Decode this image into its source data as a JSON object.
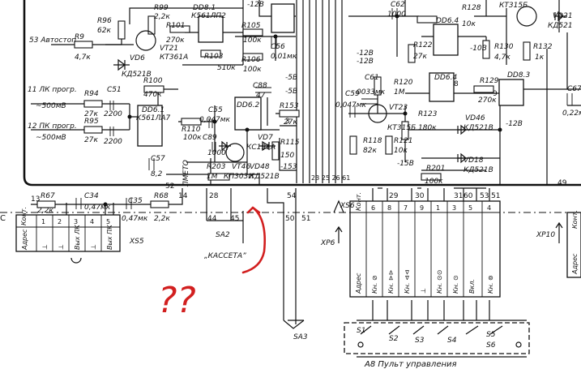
{
  "labels": {
    "avtostop": "53 Автостоп",
    "r9": "R9",
    "r9v": "4,7к",
    "lk_prog": "11 ЛК прогр.",
    "lk_prog_sub": "~500мВ",
    "pk_prog": "12 ПК прогр.",
    "pk_prog_sub": "~500мВ",
    "r94": "R94",
    "r94v": "27к",
    "r95": "R95",
    "r95v": "27к",
    "c51": "C51",
    "c51v": "2200",
    "c52v": "2200",
    "r96": "R96",
    "r96v": "62к",
    "r99": "R99",
    "r99v": "2,2к",
    "vt21": "VT21",
    "vt21t": "КТ361А",
    "vd6": "VD6",
    "vd6t": "КД521В",
    "dd81": "DD8.1",
    "dd81t": "К561ЛП2",
    "r101": "R101",
    "r101v": "270к",
    "r103": "R103",
    "r103v": "510к",
    "r105": "R105",
    "r105v": "100к",
    "r106": "R106",
    "r106v": "100к",
    "c56": "C56",
    "c56v": "0,01мк",
    "r100": "R100",
    "r100v": "470к",
    "dd61": "DD6.1",
    "dd61t": "К561ЛА7",
    "c57": "C57",
    "c57v": "8,2",
    "r110": "R110",
    "r110v": "100к",
    "c55": "C55",
    "c55v": "0,047мк",
    "c89": "C89",
    "c89v": "1000",
    "dd62": "DD6.2",
    "c88": "C88",
    "c88v": "47",
    "vd7": "VD7",
    "vd7t": "КС191А",
    "r203": "R203",
    "r203v": "1М",
    "vt46": "VT46",
    "vt46t": "КП303И",
    "vd48": "VD48",
    "vd48t": "КД521В",
    "metro": "ЛМЕТО",
    "m12": "-12В",
    "m5a": "-5В",
    "m5b": "-5В",
    "r153": "R153",
    "r153v": "27к",
    "r115": "R115",
    "r115v": "150",
    "m153": "-153",
    "c62": "C62",
    "c62v": "1000",
    "r122": "R122",
    "r122v": "27к",
    "dd64a": "DD6.4",
    "r128": "R128",
    "r128v": "10к",
    "m10": "-10В",
    "r130": "R130",
    "r130v": "4,7к",
    "r132": "R132",
    "r132v": "1к",
    "kt315b": "КТ315Б",
    "vd21": "VD21",
    "vd21t": "КД521",
    "m12b": "-12В",
    "m12c": "-12В",
    "c61": "C61",
    "c61v": "0033мк",
    "r120": "R120",
    "r120v": "1М",
    "c59": "C59",
    "c59v": "0,047мк",
    "vt23": "VT23",
    "vt23t": "КТ315Б",
    "r123": "R123",
    "r123v": "180к",
    "r118": "R118",
    "r118v": "82к",
    "r121": "R121",
    "r121v": "10к",
    "m15": "-15В",
    "dd64": "DD6.4",
    "r129": "R129",
    "r129v": "270к",
    "dd83": "DD8.3",
    "vd46": "VD46",
    "vd46t": "КД521В",
    "m12d": "-12В",
    "r201": "R201",
    "r201v": "100к",
    "vd18": "VD18",
    "vd18t": "КД521В",
    "c67": "C67",
    "c67v": "0,22м",
    "r67": "R67",
    "r67v": "2,2к",
    "c34": "C34",
    "c34v": "0,47мк",
    "c35": "C35",
    "c35v": "0,47мк",
    "r68": "R68",
    "r68v": "2,2к",
    "n13": "13",
    "n14": "14",
    "n52": "52",
    "n28": "28",
    "n54": "54",
    "n44": "44",
    "n45": "45",
    "n50": "50",
    "n51a": "51",
    "n29": "29",
    "n30": "30",
    "n31": "31",
    "n60": "60",
    "n53": "53",
    "n49": "49",
    "n51b": "51",
    "n8": "8",
    "n9": "9",
    "n3": "3",
    "bus_nums": "23 25 26 61",
    "xs6": "XS6",
    "xp6": "XP6",
    "xs5": "XS5",
    "xp10": "XP10",
    "sa2": "SA2",
    "kasseta": "„КАССЕТА”",
    "sa3": "SA3",
    "c_left": "С",
    "a8": "А8 Пульт управления",
    "qq": "??"
  },
  "xs5_table": {
    "header": "Конт.",
    "pins": [
      "1",
      "2",
      "3",
      "4",
      "5"
    ],
    "rows": [
      "Адрес",
      "⊥",
      "⊥",
      "Вых ЛК",
      "⊥",
      "Вых ПК"
    ]
  },
  "xp6_table": {
    "header": "Конт.",
    "pins": [
      "6",
      "8",
      "7",
      "9",
      "1",
      "3",
      "5",
      "4"
    ],
    "rows": [
      "Адрес",
      "Кн. ⊘",
      "Кн. ⊳⊳",
      "Кн. ⊲⊲",
      "⊥",
      "Кн. ⊙⊙",
      "Кн. ⊙",
      "Вкл.",
      "Кн. ⊚"
    ]
  },
  "xp10_table": {
    "header": "Конт.",
    "rows": [
      "Адрес"
    ]
  },
  "switches": [
    "S1",
    "S2",
    "S3",
    "S4",
    "S5",
    "S6"
  ]
}
